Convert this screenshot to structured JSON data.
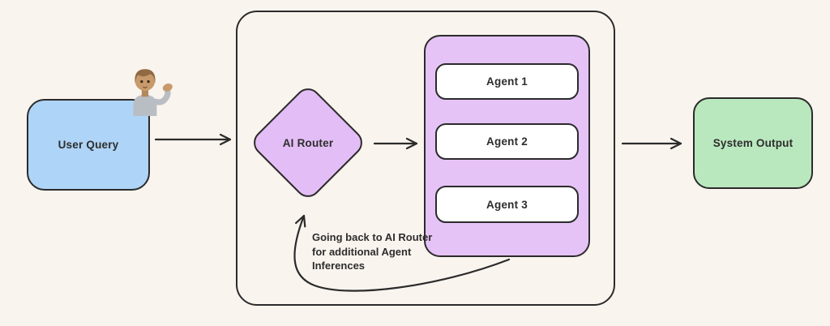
{
  "colors": {
    "background": "#faf4ef",
    "user_query_fill": "#aed4f7",
    "router_fill": "#e3bdf5",
    "agents_fill": "#e6c3f6",
    "agent_fill": "#ffffff",
    "output_fill": "#bae8be",
    "stroke": "#2b2b2b",
    "text": "#2d2d2d"
  },
  "nodes": {
    "user_query": "User Query",
    "ai_router": "AI Router",
    "agents": [
      "Agent 1",
      "Agent 2",
      "Agent 3"
    ],
    "system_output": "System Output"
  },
  "annotations": {
    "feedback_note": "Going back to AI Router\nfor additional Agent\nInferences"
  },
  "icons": {
    "person": "person-tipping-hand"
  }
}
